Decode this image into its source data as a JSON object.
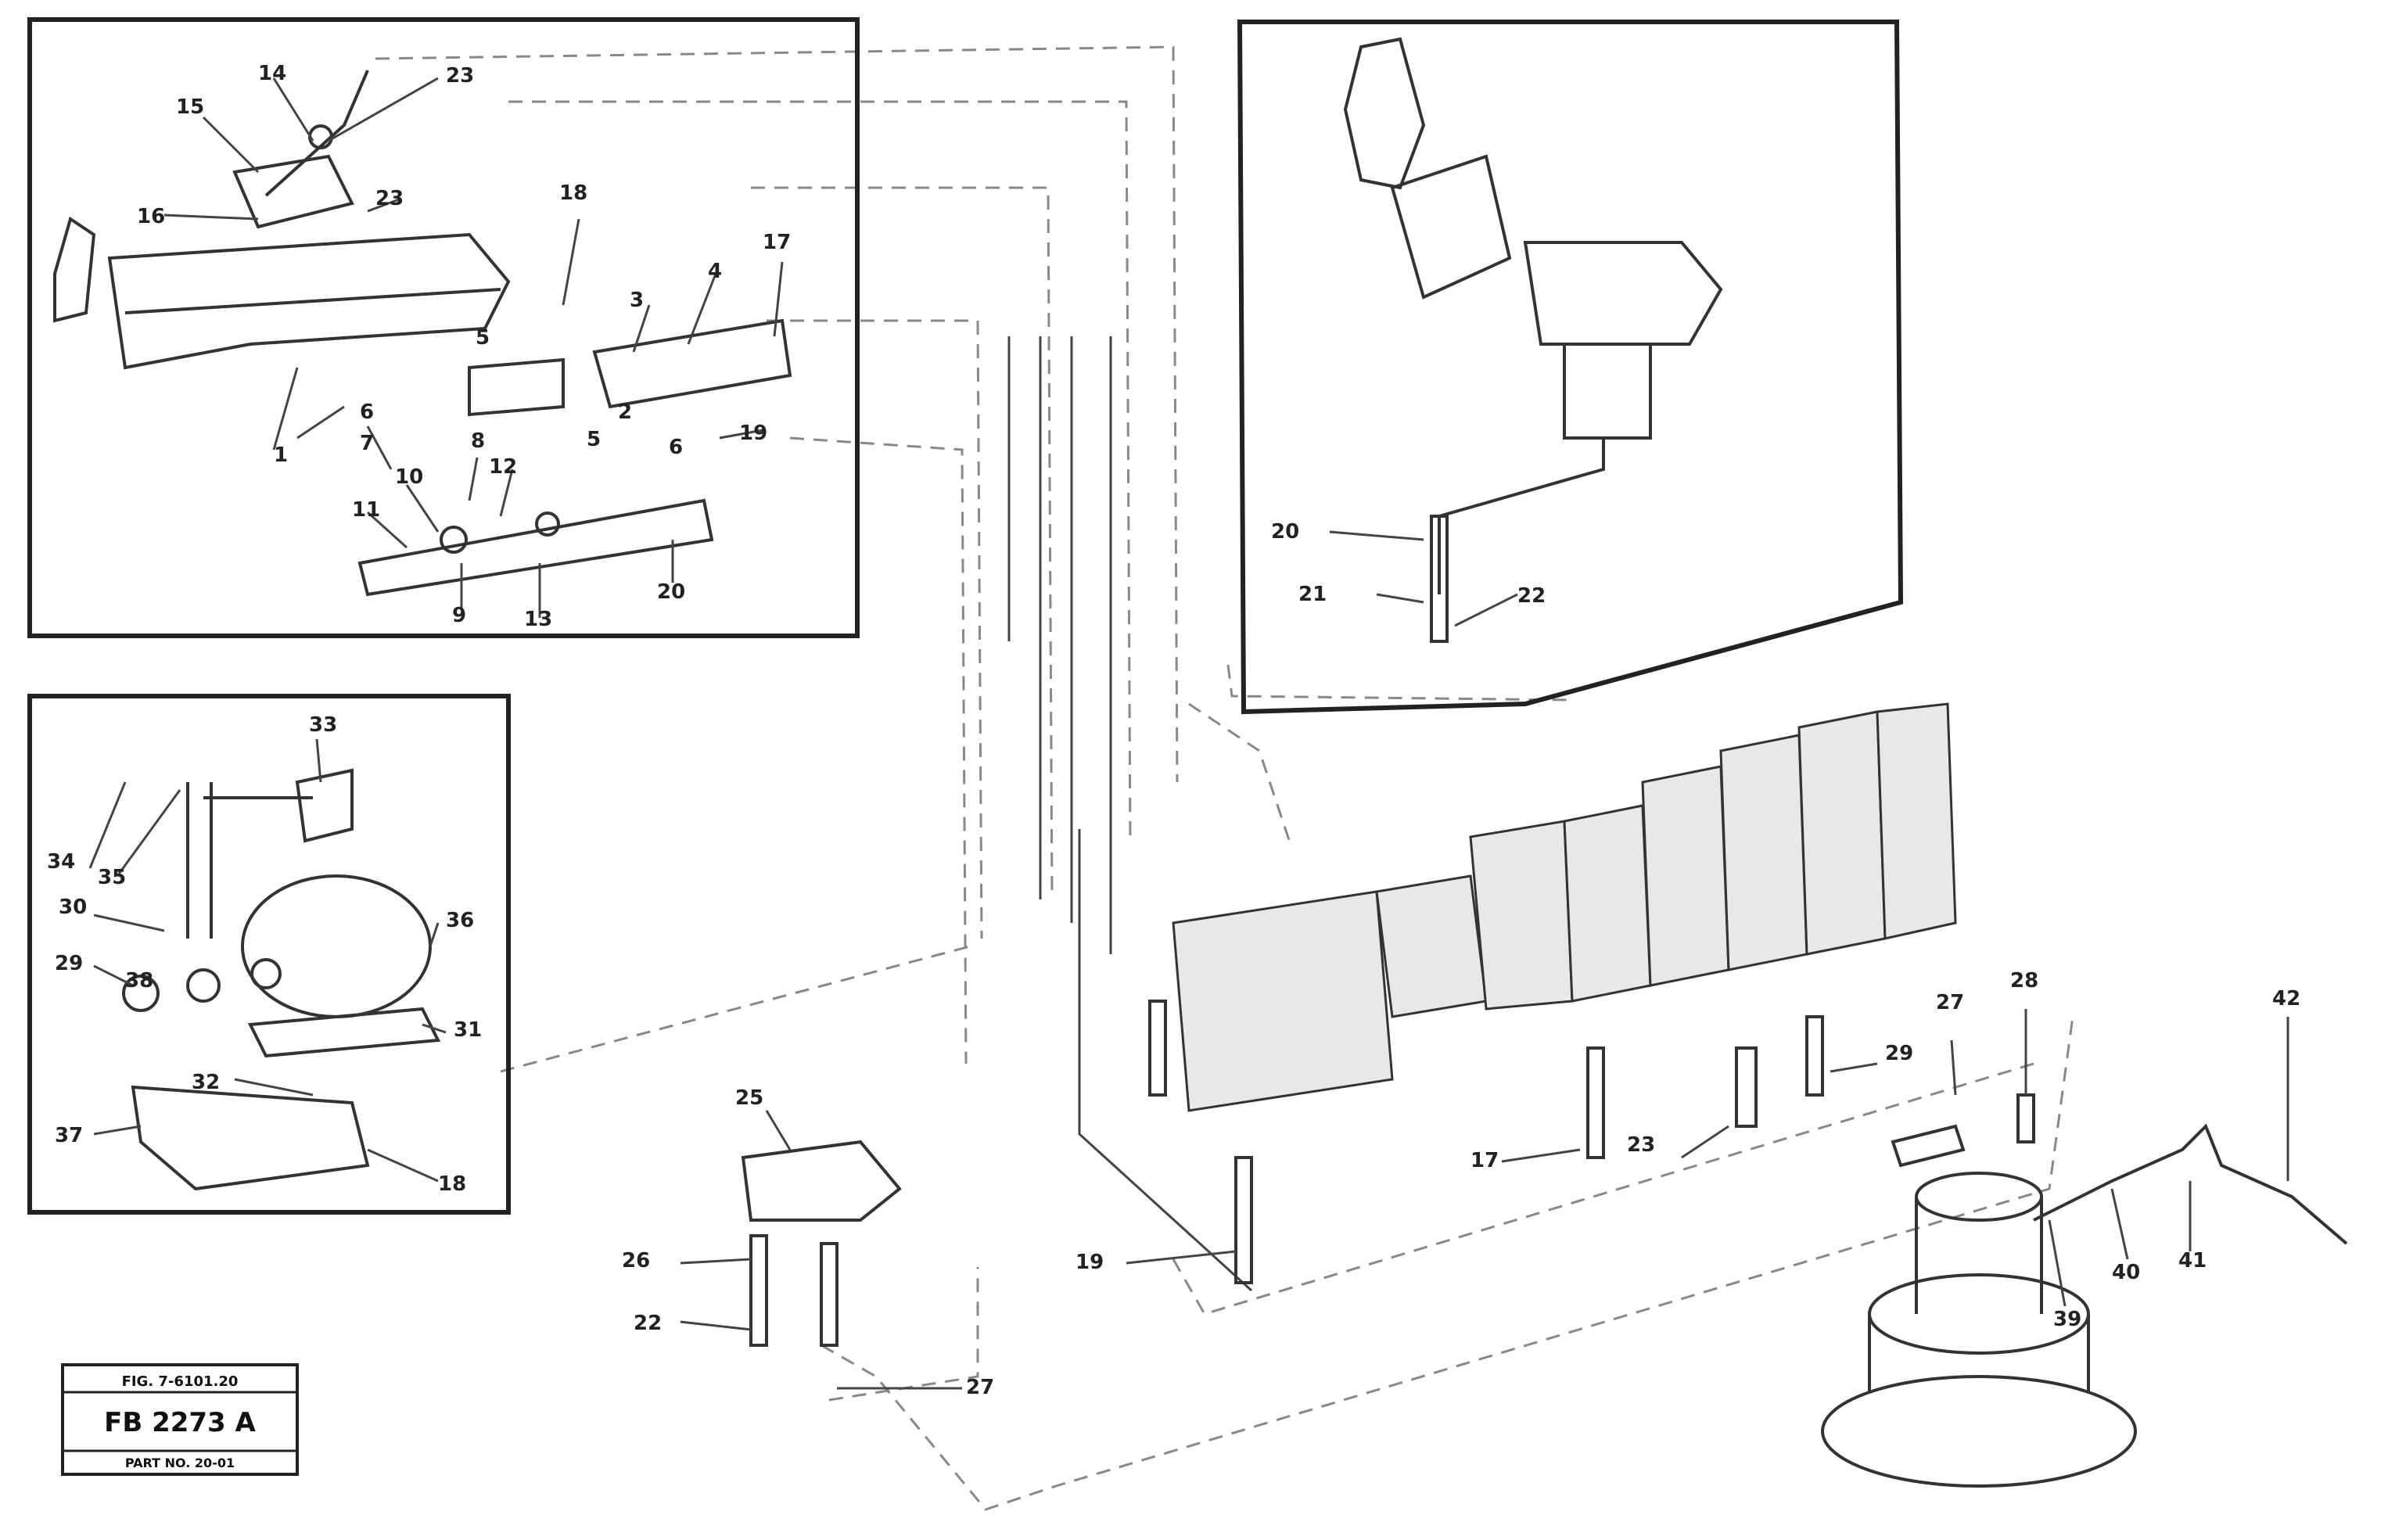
{
  "callouts": {
    "tl": [
      "14",
      "15",
      "16",
      "23",
      "23",
      "18",
      "17",
      "4",
      "3",
      "5",
      "2",
      "6",
      "6",
      "7",
      "8",
      "5",
      "9",
      "10",
      "11",
      "12",
      "13",
      "19",
      "20",
      "1"
    ],
    "ml": [
      "33",
      "34",
      "35",
      "36",
      "30",
      "29",
      "31",
      "32",
      "37",
      "18",
      "38"
    ],
    "tr": [
      "20",
      "21",
      "22"
    ],
    "center": [
      "25",
      "26",
      "22",
      "27"
    ],
    "cr": [
      "17",
      "23",
      "29",
      "27",
      "28",
      "19"
    ],
    "rt": [
      "42",
      "39",
      "40",
      "41"
    ]
  },
  "stamp": {
    "top": "FIG. 7-6101.20",
    "main": "FB 2273 A",
    "bottom": "PART NO. 20-01"
  }
}
